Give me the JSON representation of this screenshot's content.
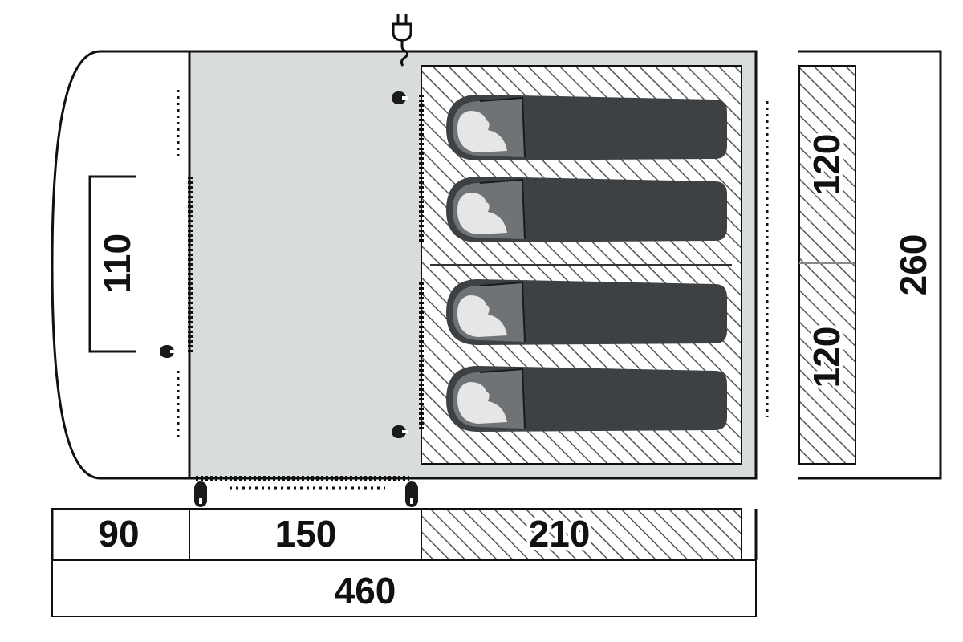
{
  "dimensions": {
    "porch_width": "90",
    "living_width": "150",
    "bedroom_width": "210",
    "total_width": "460",
    "porch_door_height": "110",
    "bedroom_depth_1": "120",
    "bedroom_depth_2": "120",
    "total_depth": "260"
  },
  "colors": {
    "outline": "#111111",
    "living_area": "#d9dcdc",
    "sleeping_bag": "#3e4143",
    "sleeping_bag_hood": "#707375",
    "hatch": "#555555"
  },
  "icons": [
    "power-plug-icon",
    "zipper-icon",
    "sleeping-bag-icon"
  ]
}
